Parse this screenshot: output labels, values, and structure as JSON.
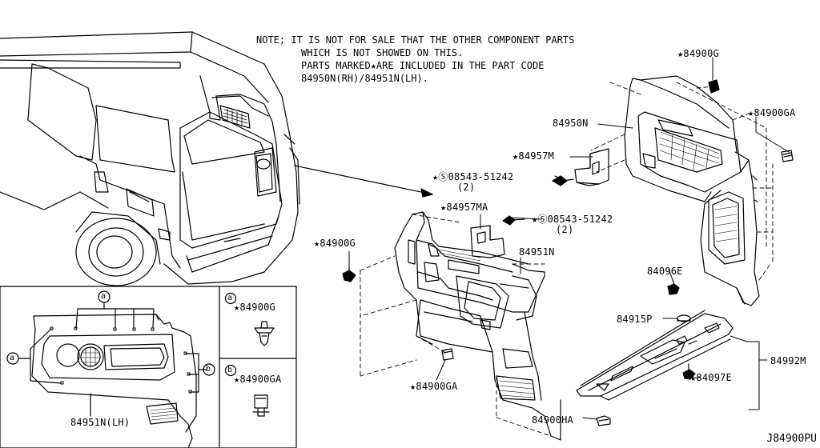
{
  "note": {
    "line1": "NOTE; IT IS NOT FOR SALE THAT THE OTHER COMPONENT PARTS",
    "line2": "WHICH IS NOT SHOWED ON THIS.",
    "line3": "PARTS MARKED★ARE INCLUDED IN THE PART CODE",
    "line4": "84950N(RH)/84951N(LH)."
  },
  "labels": {
    "p84900G_top": "★84900G",
    "p84900GA_right": "★84900GA",
    "p84950N": "84950N",
    "p84957M": "★84957M",
    "p08543_upper": "★Ⓢ08543-51242",
    "p08543_upper_qty": "(2)",
    "p84957MA": "★84957MA",
    "p08543_lower": "★Ⓢ08543-51242",
    "p08543_lower_qty": "(2)",
    "p84900G_left": "★84900G",
    "p84951N": "84951N",
    "p84096E": "84096E",
    "p84915P": "84915P",
    "p84992M": "84992M",
    "p84097E": "★84097E",
    "p84900GA_bottom": "★84900GA",
    "p84900HA": "84900HA",
    "p84951N_LH": "84951N(LH)"
  },
  "inset": {
    "callout_a": "a",
    "callout_b": "b",
    "legend_a_label": "84900G",
    "legend_b_label": "84900GA",
    "star": "★"
  },
  "diagram_code": "J84900PU"
}
